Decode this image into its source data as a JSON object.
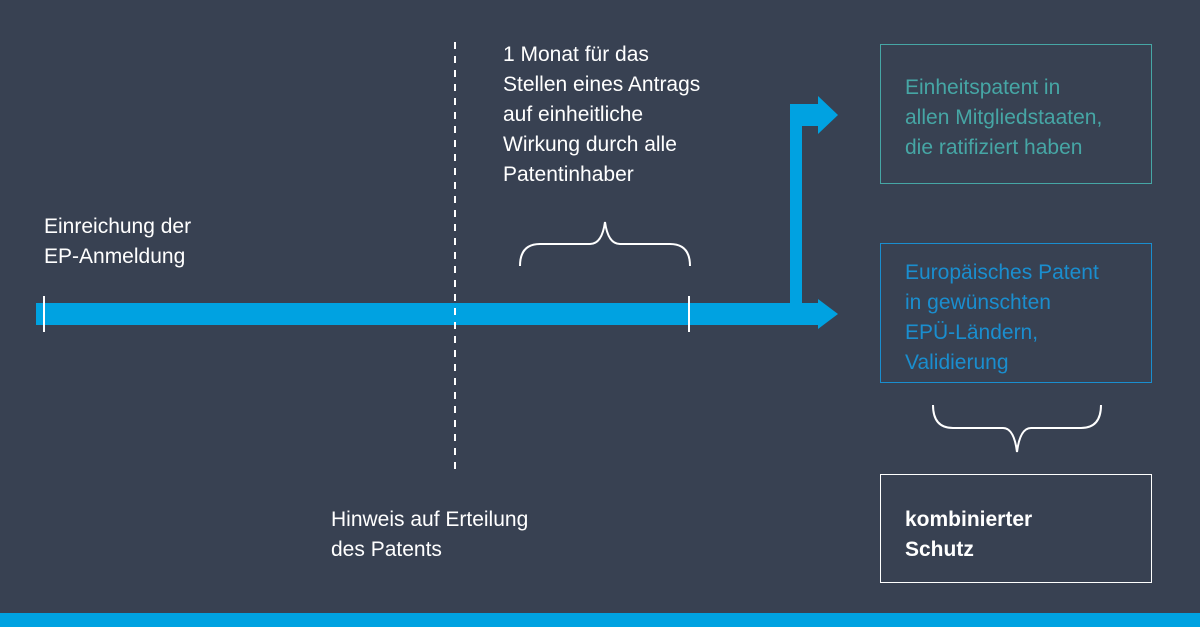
{
  "labels": {
    "filing": [
      "Einreichung der",
      "EP-Anmeldung"
    ],
    "grant_notice": [
      "Hinweis auf Erteilung",
      "des Patents"
    ],
    "one_month": [
      "1 Monat für das",
      "Stellen eines Antrags",
      "auf einheitliche",
      "Wirkung durch alle",
      "Patentinhaber"
    ]
  },
  "boxes": {
    "unitary": [
      "Einheitspatent in",
      "allen Mitgliedstaaten,",
      "die ratifiziert haben"
    ],
    "european": [
      "Europäisches Patent",
      "in gewünschten",
      "EPÜ-Ländern,",
      "Validierung"
    ],
    "combined": [
      "kombinierter",
      "Schutz"
    ]
  },
  "colors": {
    "background": "#384152",
    "timeline_blue": "#00a2e1",
    "unitary_teal": "#46a6a5",
    "european_blue": "#1a8ecf",
    "text": "#ffffff"
  }
}
